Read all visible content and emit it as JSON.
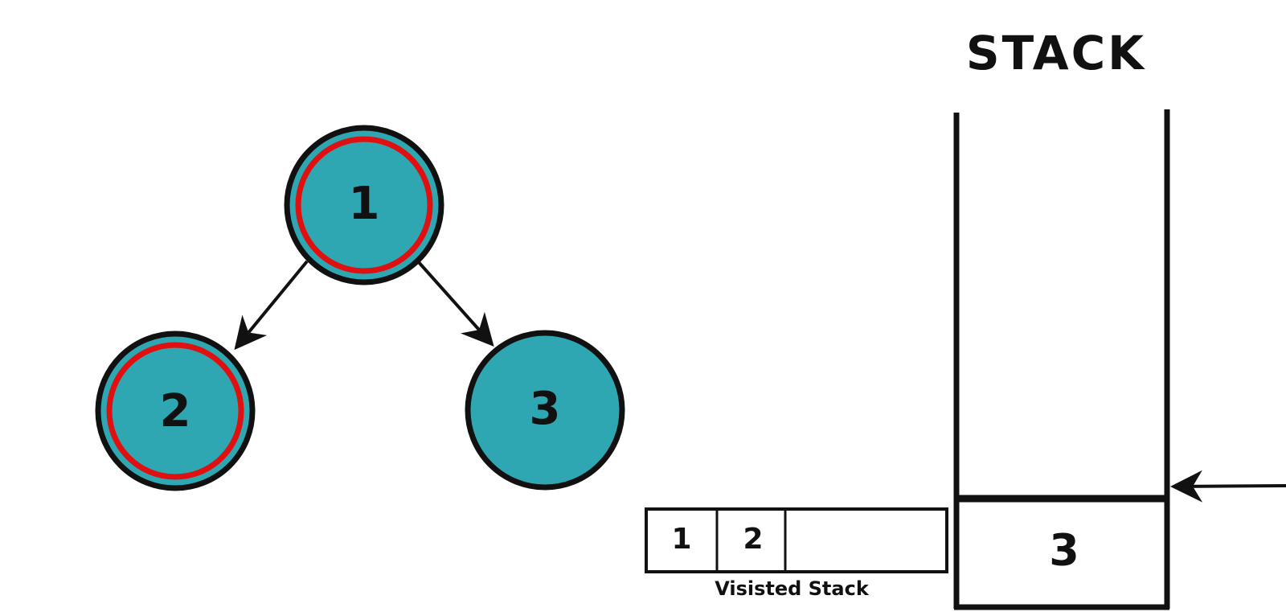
{
  "colors": {
    "node_fill": "#2ea7b3",
    "node_stroke": "#111111",
    "visited_ring": "#e01010",
    "line": "#111111"
  },
  "tree": {
    "nodes": [
      {
        "label": "1",
        "visited": true
      },
      {
        "label": "2",
        "visited": true
      },
      {
        "label": "3",
        "visited": false
      }
    ],
    "edges": [
      {
        "from": "1",
        "to": "2"
      },
      {
        "from": "1",
        "to": "3"
      }
    ]
  },
  "stack": {
    "title": "STACK",
    "items": [
      "3"
    ]
  },
  "visited_stack": {
    "caption": "Visisted Stack",
    "items": [
      "1",
      "2",
      ""
    ]
  }
}
